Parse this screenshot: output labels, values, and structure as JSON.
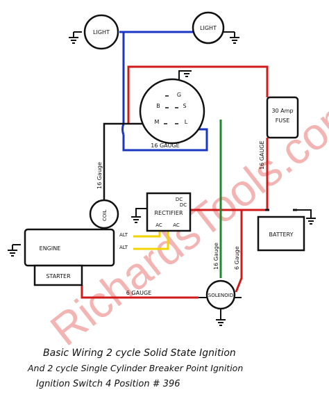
{
  "components": {
    "light_left": "LIGHT",
    "light_right": "LIGHT",
    "switch_terminals": [
      "G",
      "B",
      "S",
      "M",
      "L"
    ],
    "fuse_line1": "30 Amp",
    "fuse_line2": "FUSE",
    "rectifier_title": "RECTIFIER",
    "rectifier_dc": "DC",
    "rectifier_dc2": "DC",
    "rectifier_ac1": "AC",
    "rectifier_ac2": "AC",
    "battery": "BATTERY",
    "coil": "COIL",
    "engine": "ENGINE",
    "starter": "STARTER",
    "solenoid": "SOLENOID",
    "alt1": "ALT",
    "alt2": "ALT"
  },
  "wire_labels": {
    "gauge_bottom_switch": "16 GAUGE",
    "gauge_left_vertical": "16 Gauge",
    "gauge_fuse": "16 GAUGE",
    "gauge_mid_vertical": "16 Gauge",
    "gauge_right_vertical": "6 Gauge",
    "gauge_starter": "6 GAUGE"
  },
  "caption": {
    "line1": "Basic Wiring 2 cycle Solid State Ignition",
    "line2": "And 2 cycle Single Cylinder Breaker Point Ignition",
    "line3": "Ignition Switch 4 Position # 396"
  },
  "watermark": "RichardsTools.com",
  "colors": {
    "red": "#d11b1b",
    "blue": "#1a36c4",
    "green": "#1f8a2a",
    "yellow": "#f1d400",
    "black": "#111111"
  }
}
